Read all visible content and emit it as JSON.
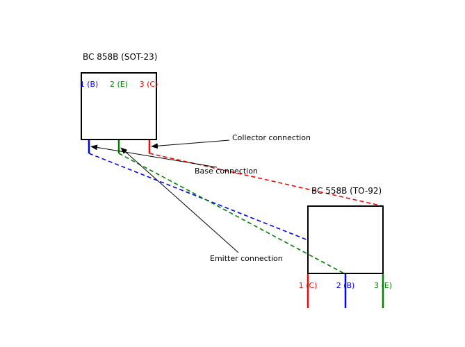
{
  "diagram": {
    "packages": [
      {
        "title": "BC 858B (SOT-23)",
        "pins": [
          {
            "label": "1 (B)",
            "color": "#0000ff"
          },
          {
            "label": "2 (E)",
            "color": "#008000"
          },
          {
            "label": "3 (C)",
            "color": "#ff0000"
          }
        ]
      },
      {
        "title": "BC 558B (TO-92)",
        "pins": [
          {
            "label": "1 (C)",
            "color": "#ff0000"
          },
          {
            "label": "2 (B)",
            "color": "#0000ff"
          },
          {
            "label": "3 (E)",
            "color": "#008000"
          }
        ]
      }
    ],
    "annotations": {
      "collector": "Collector connection",
      "base": "Base connection",
      "emitter": "Emitter connection"
    },
    "colors": {
      "base": "#0000ff",
      "emitter": "#008000",
      "collector": "#ff0000",
      "outline": "#000000"
    }
  }
}
